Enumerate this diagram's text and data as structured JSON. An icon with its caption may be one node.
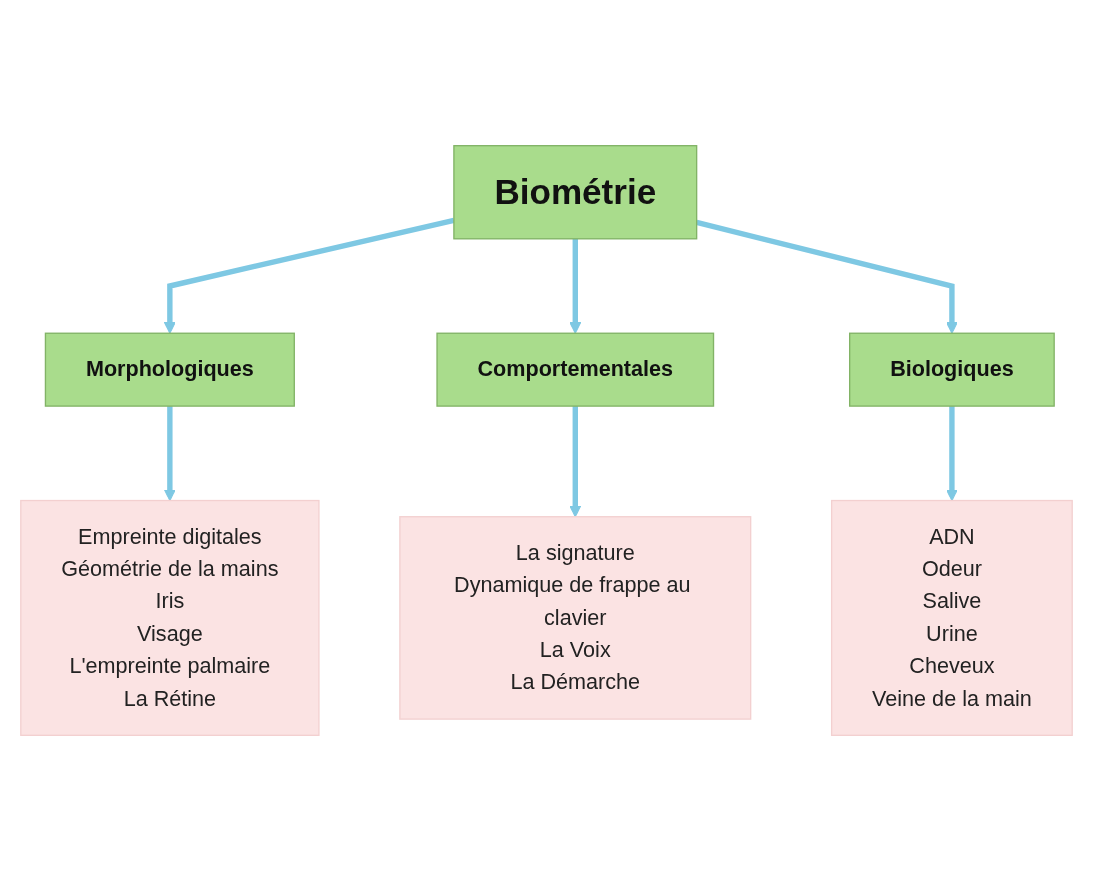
{
  "diagram": {
    "nodes": [
      {
        "text": [
          "Biométrie"
        ]
      },
      {
        "text": [
          "Morphologiques"
        ]
      },
      {
        "text": [
          "Comportementales"
        ]
      },
      {
        "text": [
          "Biologiques"
        ]
      },
      {
        "text": [
          "Empreinte digitales",
          "Géométrie de la mains",
          "Iris",
          "Visage",
          "L'empreinte palmaire",
          "La Rétine"
        ]
      },
      {
        "text": [
          "La signature",
          "Dynamique de frappe au clavier",
          "La Voix",
          "La Démarche"
        ]
      },
      {
        "text": [
          "ADN",
          "Odeur",
          "Salive",
          "Urine",
          "Cheveux",
          "Veine de la main"
        ]
      }
    ],
    "edges": [
      {
        "from": 0,
        "to": 1,
        "arrow": "to"
      },
      {
        "from": 0,
        "to": 2,
        "arrow": "to"
      },
      {
        "from": 0,
        "to": 3,
        "arrow": "to"
      },
      {
        "from": 1,
        "to": 4,
        "arrow": "to"
      },
      {
        "from": 2,
        "to": 5,
        "arrow": "to"
      },
      {
        "from": 3,
        "to": 6,
        "arrow": "to"
      }
    ]
  }
}
